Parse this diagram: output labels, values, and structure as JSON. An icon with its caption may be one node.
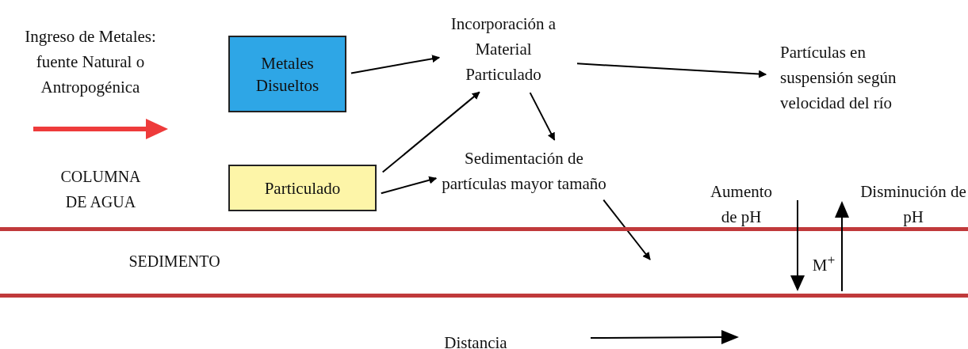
{
  "diagram": {
    "nodes": [
      {
        "text": [
          "Ingreso de Metales: fuente Natural o Antropogénica"
        ]
      },
      {
        "text": [
          "Metales Disueltos"
        ]
      },
      {
        "text": [
          "Incorporación a Material Particulado"
        ]
      },
      {
        "text": [
          "Partículas en suspensión según velocidad del río"
        ]
      },
      {
        "text": [
          "Particulado"
        ]
      },
      {
        "text": [
          "Sedimentación  de partículas mayor tamaño"
        ]
      }
    ],
    "edges": [
      {
        "from": 1,
        "to": 2,
        "arrow": "to"
      },
      {
        "from": 2,
        "to": 3,
        "arrow": "to"
      },
      {
        "from": 2,
        "to": 5,
        "arrow": "to"
      },
      {
        "from": 4,
        "to": 2,
        "arrow": "to"
      },
      {
        "from": 4,
        "to": 5,
        "arrow": "to"
      },
      {
        "from": 5,
        "to": null,
        "arrow": "to"
      }
    ],
    "labels": [
      "COLUMNA DE AGUA",
      "Aumento de pH",
      "Disminución de pH",
      "SEDIMENTO",
      "M$^{+}$",
      "Distancia"
    ]
  }
}
